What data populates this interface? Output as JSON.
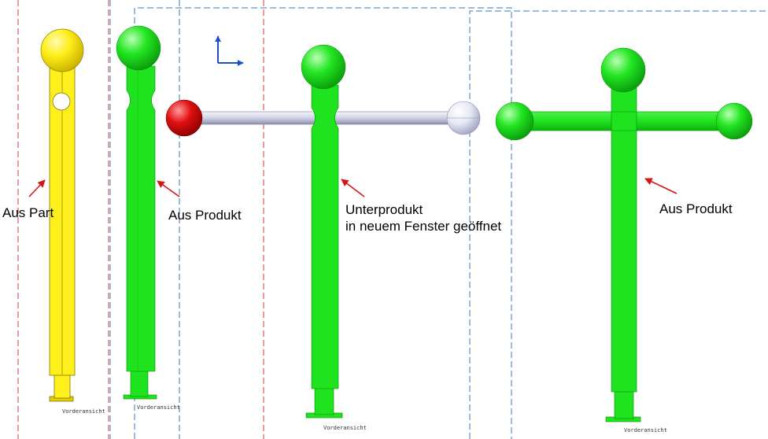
{
  "annotations": {
    "part": "Aus Part",
    "product_left": "Aus Produkt",
    "subproduct_line1": "Unterprodukt",
    "subproduct_line2": "in neuem Fenster geöffnet",
    "product_right": "Aus Produkt"
  },
  "view_label": "Vorderansicht",
  "colors": {
    "part_yellow": "#ffef1a",
    "product_green": "#1ee31e",
    "red_ball": "#e01010",
    "white_ball": "#e4e6f2",
    "grey_bar": "#cfd2e4",
    "frame_red": "#d83a3a",
    "frame_blue": "#3a78b8",
    "arrow_red": "#d41515",
    "axis_blue": "#1a4fd0"
  },
  "icons": [
    "coordinate-axis-icon"
  ]
}
